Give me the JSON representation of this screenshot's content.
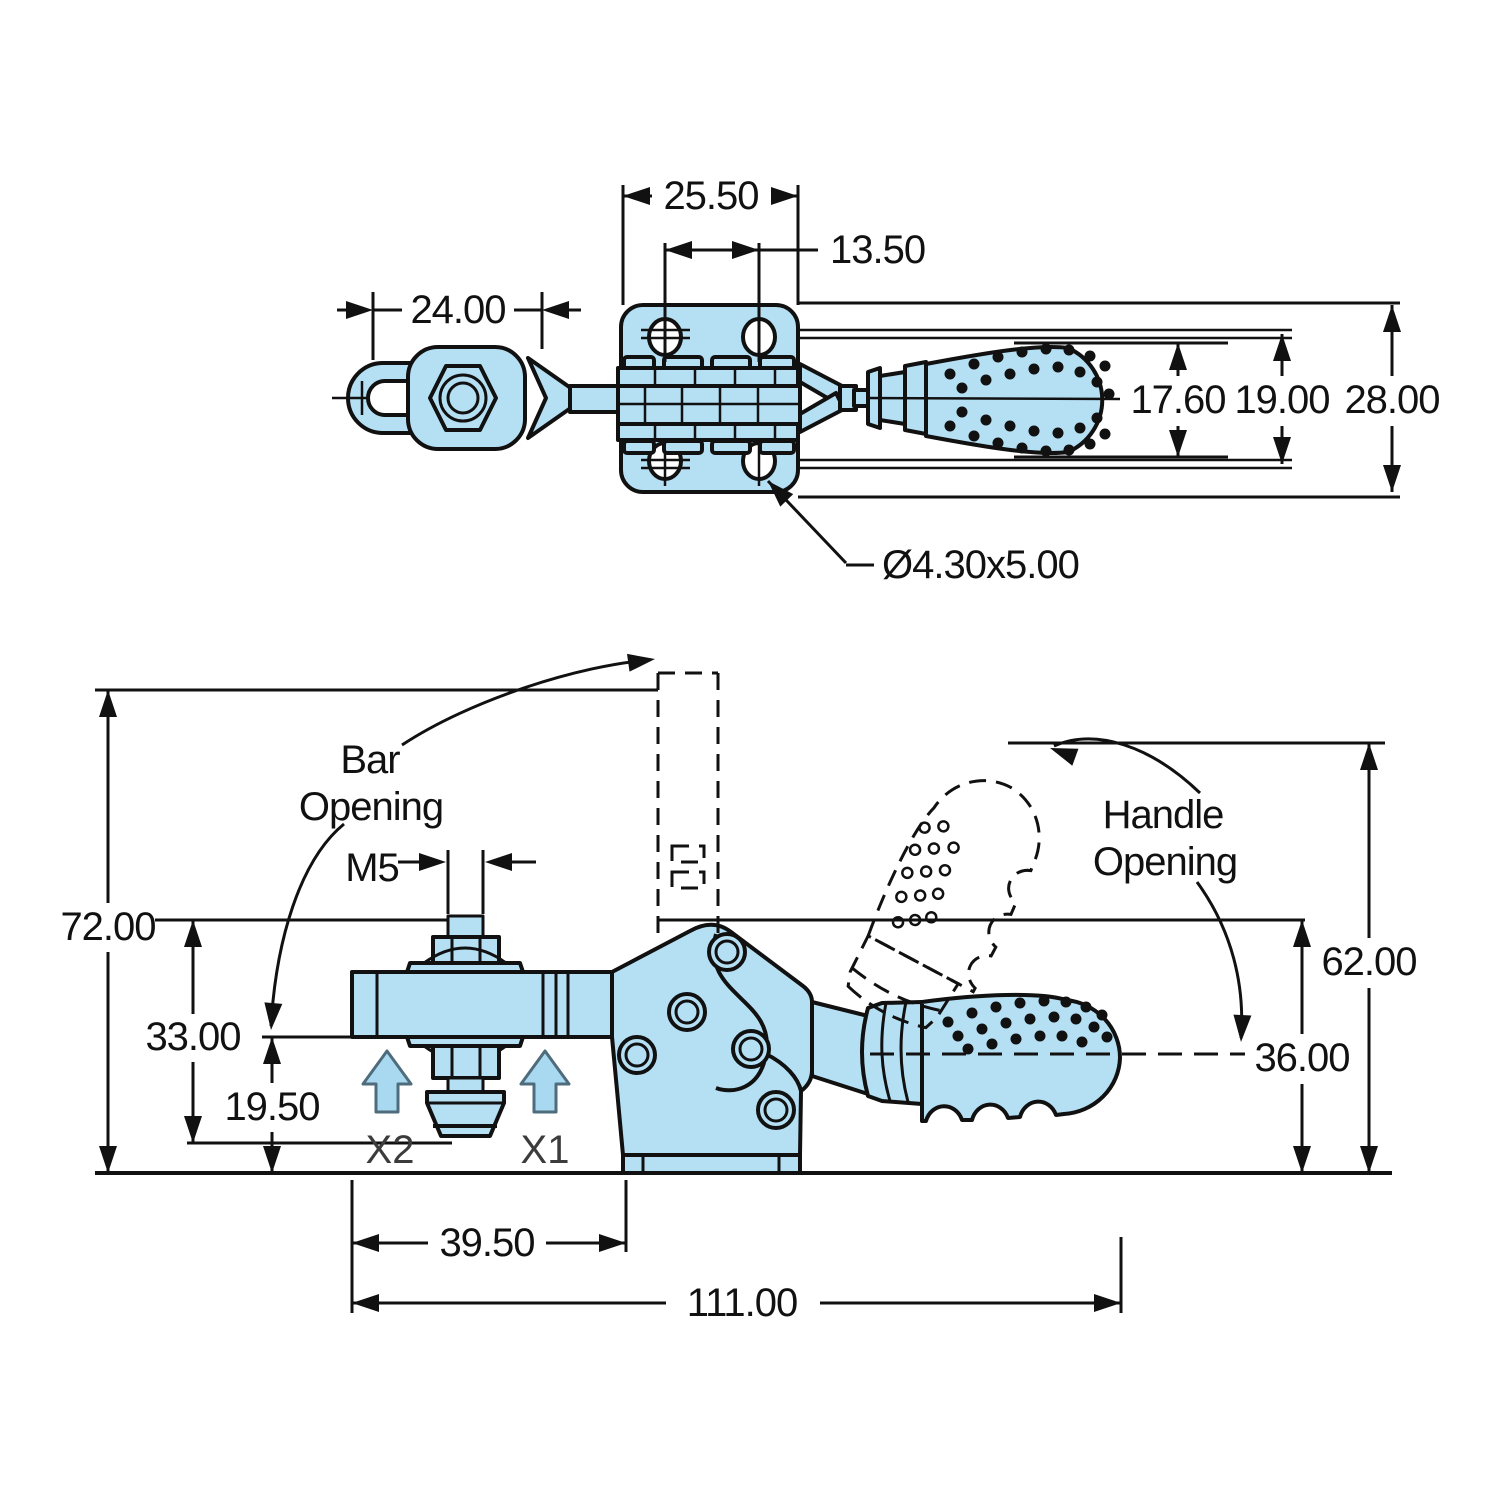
{
  "drawing": {
    "type": "engineering-dimension-drawing",
    "subject": "horizontal toggle clamp, top view and side view"
  },
  "colors": {
    "body_fill": "#b5e0f4",
    "line": "#111111",
    "pointer_fill": "#a9d9f0",
    "pointer_stroke": "#4e6c7c",
    "label_gray": "#3c3c3c"
  },
  "top_view": {
    "dims": {
      "bar_end_width": "24.00",
      "plate_width": "25.50",
      "hole_spacing": "13.50",
      "handle_width": "17.60",
      "hole_line_width": "19.00",
      "plate_depth": "28.00",
      "mount_hole_note": "Ø4.30x5.00"
    }
  },
  "side_view": {
    "dims": {
      "open_height": "72.00",
      "bar_opening_height": "33.00",
      "bar_bottom_height": "19.50",
      "spindle_thread": "M5",
      "bar_end_to_base": "39.50",
      "total_length": "111.00",
      "handle_open_height": "62.00",
      "handle_height": "36.00"
    },
    "labels": {
      "bar_opening_line1": "Bar",
      "bar_opening_line2": "Opening",
      "handle_opening_line1": "Handle",
      "handle_opening_line2": "Opening",
      "force_point_1": "X1",
      "force_point_2": "X2"
    }
  }
}
